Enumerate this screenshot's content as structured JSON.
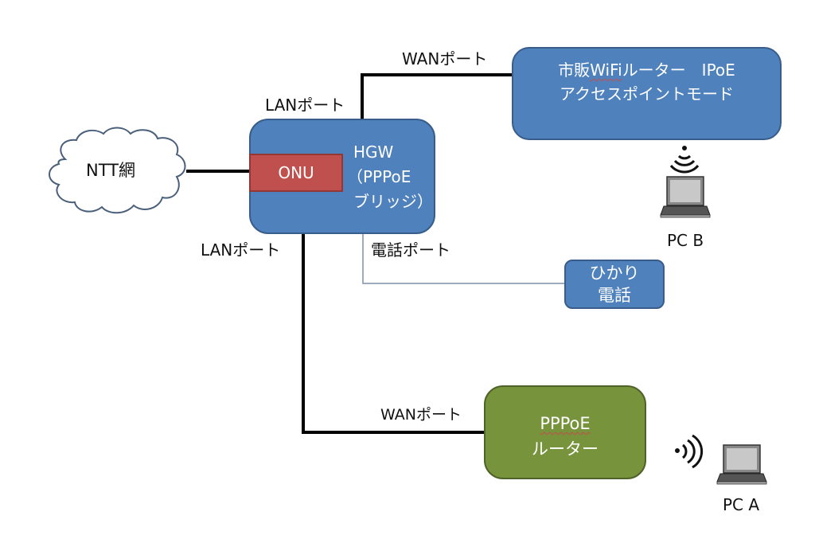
{
  "title": "NTT HGW PPPoE bridge network configuration diagram",
  "nodes": {
    "ntt_cloud": {
      "label": "NTT網"
    },
    "hgw": {
      "name": "HGW",
      "mode_line1": "（PPPoE",
      "mode_line2": "ブリッジ）",
      "onu_label": "ONU"
    },
    "wifi_router": {
      "line1_prefix": "市販",
      "line1_wifi": "WiFi",
      "line1_suffix": "ルーター　IPoE",
      "line2": "アクセスポイントモード"
    },
    "hikari_phone": {
      "line1": "ひかり",
      "line2": "電話"
    },
    "pppoe_router": {
      "line1": "PPPoE",
      "line2": "ルーター"
    },
    "pc_b": {
      "label": "PC B"
    },
    "pc_a": {
      "label": "PC A"
    }
  },
  "port_labels": {
    "wan_top": "WANポート",
    "lan_top": "LANポート",
    "lan_bottom": "LANポート",
    "phone_port": "電話ポート",
    "wan_bottom": "WANポート"
  },
  "colors": {
    "device_blue": "#4f81bd",
    "device_blue_border": "#385d8a",
    "onu_red": "#c0504d",
    "router_green": "#77933c",
    "router_green_border": "#4f6228",
    "line": "#000000",
    "phone_line": "#7f8fa6"
  }
}
